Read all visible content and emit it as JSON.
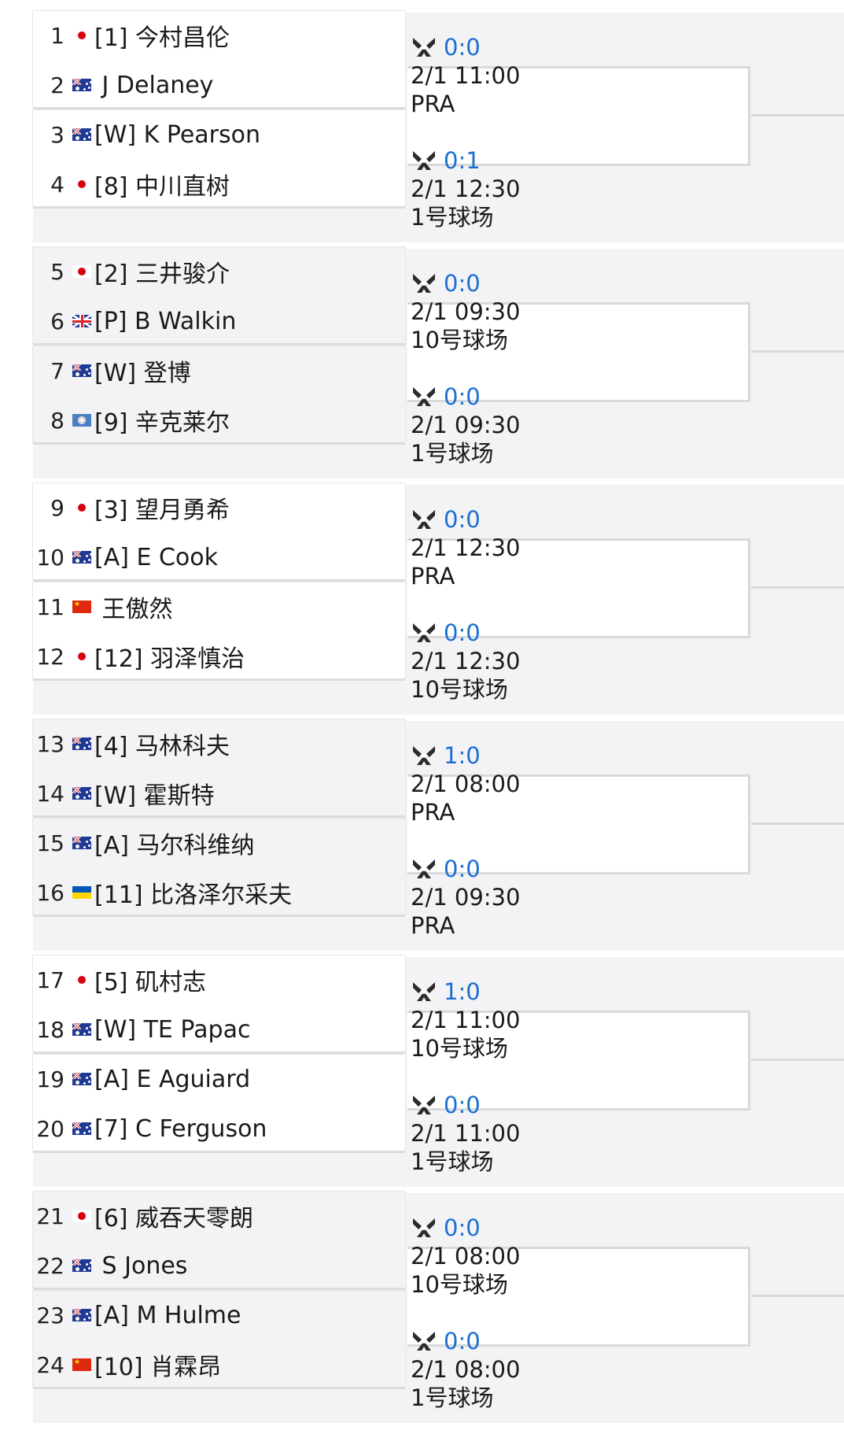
{
  "groups": [
    {
      "players": [
        {
          "num": "1",
          "flag": "jp",
          "name": "[1] 今村昌伦"
        },
        {
          "num": "2",
          "flag": "au",
          "name": " J Delaney"
        },
        {
          "num": "3",
          "flag": "au",
          "name": "[W] K Pearson"
        },
        {
          "num": "4",
          "flag": "jp",
          "name": "[8] 中川直树"
        }
      ],
      "matches": [
        {
          "score": "0:0",
          "time": "2/1 11:00",
          "court": "PRA"
        },
        {
          "score": "0:1",
          "time": "2/1 12:30",
          "court": "1号球场"
        }
      ]
    },
    {
      "players": [
        {
          "num": "5",
          "flag": "jp",
          "name": "[2] 三井骏介"
        },
        {
          "num": "6",
          "flag": "gb",
          "name": "[P] B Walkin"
        },
        {
          "num": "7",
          "flag": "au",
          "name": "[W] 登博"
        },
        {
          "num": "8",
          "flag": "mh",
          "name": "[9] 辛克莱尔"
        }
      ],
      "matches": [
        {
          "score": "0:0",
          "time": "2/1 09:30",
          "court": "10号球场"
        },
        {
          "score": "0:0",
          "time": "2/1 09:30",
          "court": "1号球场"
        }
      ]
    },
    {
      "players": [
        {
          "num": "9",
          "flag": "jp",
          "name": "[3] 望月勇希"
        },
        {
          "num": "10",
          "flag": "au",
          "name": "[A] E Cook"
        },
        {
          "num": "11",
          "flag": "cn",
          "name": " 王傲然"
        },
        {
          "num": "12",
          "flag": "jp",
          "name": "[12] 羽泽慎治"
        }
      ],
      "matches": [
        {
          "score": "0:0",
          "time": "2/1 12:30",
          "court": "PRA"
        },
        {
          "score": "0:0",
          "time": "2/1 12:30",
          "court": "10号球场"
        }
      ]
    },
    {
      "players": [
        {
          "num": "13",
          "flag": "au",
          "name": "[4] 马林科夫"
        },
        {
          "num": "14",
          "flag": "au",
          "name": "[W] 霍斯特"
        },
        {
          "num": "15",
          "flag": "au",
          "name": "[A] 马尔科维纳"
        },
        {
          "num": "16",
          "flag": "ua",
          "name": "[11] 比洛泽尔采夫"
        }
      ],
      "matches": [
        {
          "score": "1:0",
          "time": "2/1 08:00",
          "court": "PRA"
        },
        {
          "score": "0:0",
          "time": "2/1 09:30",
          "court": "PRA"
        }
      ]
    },
    {
      "players": [
        {
          "num": "17",
          "flag": "jp",
          "name": "[5] 矶村志"
        },
        {
          "num": "18",
          "flag": "au",
          "name": "[W] TE Papac"
        },
        {
          "num": "19",
          "flag": "au",
          "name": "[A] E Aguiard"
        },
        {
          "num": "20",
          "flag": "au",
          "name": "[7] C Ferguson"
        }
      ],
      "matches": [
        {
          "score": "1:0",
          "time": "2/1 11:00",
          "court": "10号球场"
        },
        {
          "score": "0:0",
          "time": "2/1 11:00",
          "court": "1号球场"
        }
      ]
    },
    {
      "players": [
        {
          "num": "21",
          "flag": "jp",
          "name": "[6] 威吞天零朗"
        },
        {
          "num": "22",
          "flag": "au",
          "name": " S Jones"
        },
        {
          "num": "23",
          "flag": "au",
          "name": "[A] M Hulme"
        },
        {
          "num": "24",
          "flag": "cn",
          "name": "[10] 肖霖昂"
        }
      ],
      "matches": [
        {
          "score": "0:0",
          "time": "2/1 08:00",
          "court": "10号球场"
        },
        {
          "score": "0:0",
          "time": "2/1 08:00",
          "court": "1号球场"
        }
      ]
    }
  ],
  "colors": {
    "score": "#1a6fd4",
    "band": "#f3f3f5",
    "border": "#d9d9db"
  },
  "icons": {
    "match": "tennis-rackets-icon"
  }
}
